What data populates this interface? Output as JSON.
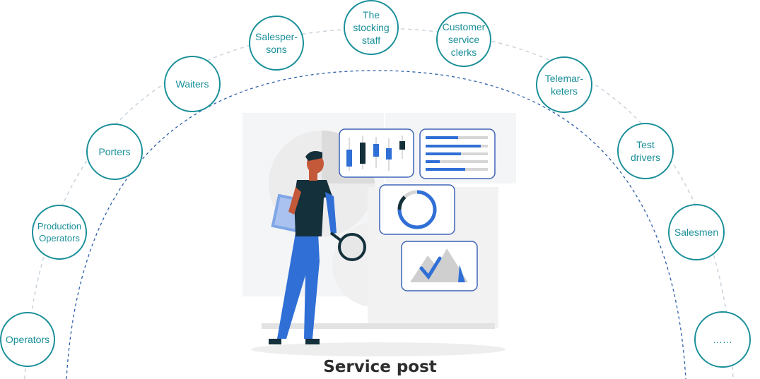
{
  "roles": [
    {
      "id": "operators",
      "text": "Operators"
    },
    {
      "id": "production-operators",
      "text": "Production\nOperators"
    },
    {
      "id": "porters",
      "text": "Porters"
    },
    {
      "id": "waiters",
      "text": "Waiters"
    },
    {
      "id": "salespersons",
      "text": "Salesper-\nsons"
    },
    {
      "id": "stocking-staff",
      "text": "The\nstocking\nstaff"
    },
    {
      "id": "customer-service-clerks",
      "text": "Customer\nservice\nclerks"
    },
    {
      "id": "telemarketers",
      "text": "Telemar-\nketers"
    },
    {
      "id": "test-drivers",
      "text": "Test\ndrivers"
    },
    {
      "id": "salesmen",
      "text": "Salesmen"
    },
    {
      "id": "more",
      "text": "……"
    }
  ],
  "title": "Service post",
  "colors": {
    "accent": "#1a8f99",
    "arc_outer": "#c9d3dc",
    "arc_inner": "#2d5fa8",
    "figure_blue": "#2f6fd6",
    "figure_dark": "#14303a",
    "panel_border": "#3d63b8"
  }
}
